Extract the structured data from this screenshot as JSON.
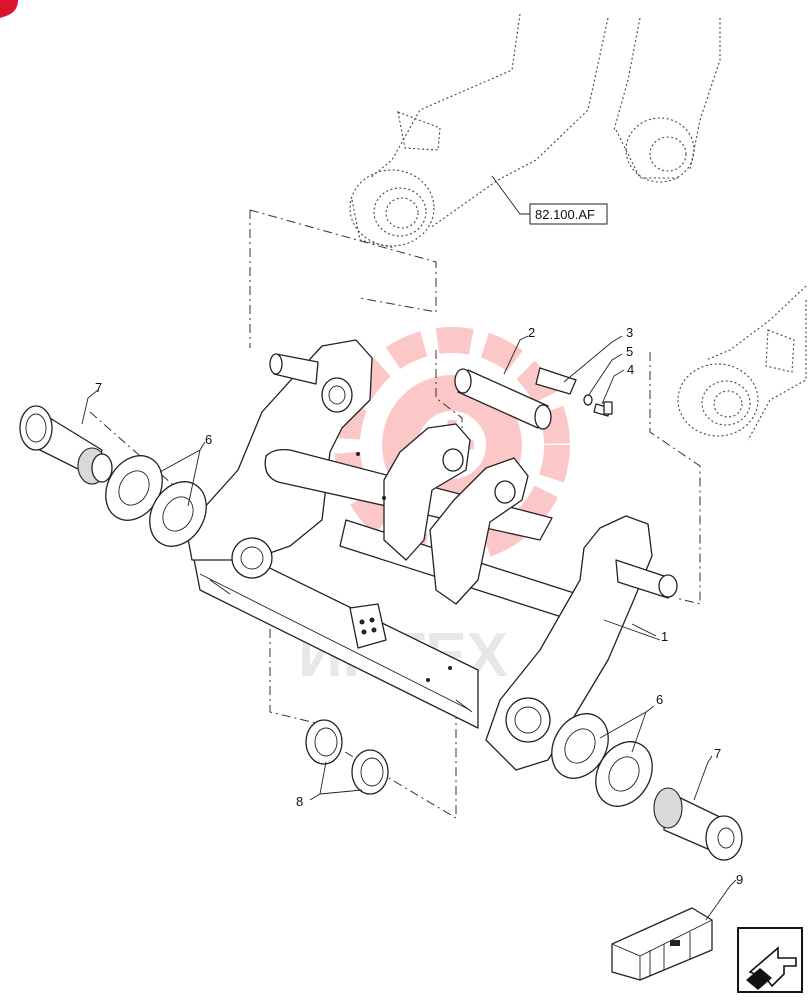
{
  "callouts": {
    "c1": "1",
    "c2": "2",
    "c3": "3",
    "c4": "4",
    "c5": "5",
    "c6a": "6",
    "c6b": "6",
    "c7a": "7",
    "c7b": "7",
    "c8": "8",
    "c9": "9"
  },
  "reference_box": "82.100.AF",
  "watermark": "ИНТЕХ",
  "colors": {
    "corner_mark": "#d9142b",
    "watermark_logo": "#f23a3a"
  },
  "icons": {
    "corner_mark": "red-corner-dot",
    "watermark": "gear-logo",
    "nav": "return-arrow-icon",
    "kit": "crate-icon"
  }
}
